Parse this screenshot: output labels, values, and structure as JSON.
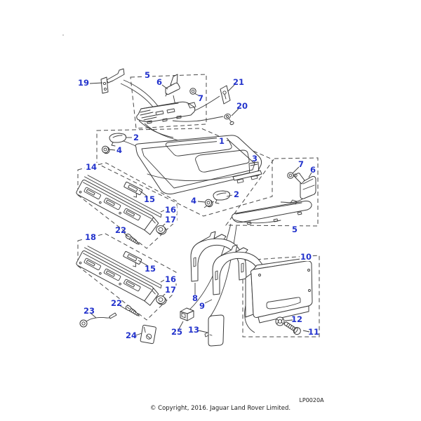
{
  "page": {
    "background": "#ffffff"
  },
  "diagram": {
    "code": "LP0020A",
    "copyright": "© Copyright, 2016. Jaguar Land Rover Limited.",
    "style": {
      "callout_color": "#2333cc",
      "line_color": "#3a3a3a",
      "dash_color": "#4a4a4a",
      "background": "#ffffff"
    },
    "callouts": [
      "19",
      "5",
      "6",
      "7",
      "21",
      "20",
      "2",
      "4",
      "1",
      "3",
      "2",
      "4",
      "7",
      "6",
      "5",
      "14",
      "15",
      "16",
      "17",
      "22",
      "18",
      "15",
      "16",
      "17",
      "22",
      "23",
      "24",
      "25",
      "13",
      "8",
      "9",
      "10",
      "12",
      "11"
    ]
  }
}
